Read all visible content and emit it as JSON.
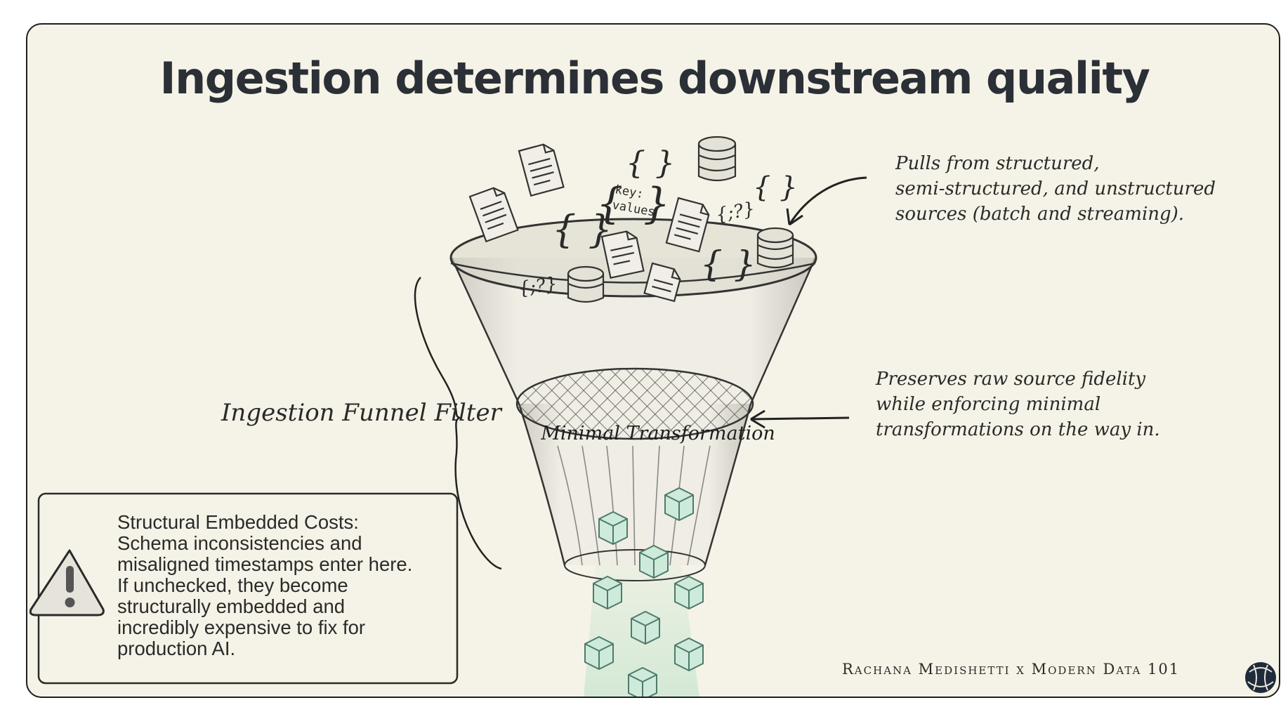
{
  "title": "Ingestion determines downstream quality",
  "annotations": {
    "sources": [
      "Pulls from structured,",
      "semi-structured, and unstructured",
      "sources (batch and streaming)."
    ],
    "fidelity": [
      "Preserves raw source fidelity",
      "while enforcing minimal",
      "transformations on the way in."
    ]
  },
  "funnel": {
    "label": "Ingestion Funnel Filter",
    "mesh_label": "Minimal Transformation",
    "source_icons": {
      "kv_line1": "key:",
      "kv_line2": "values",
      "jsonish": "{;?}"
    }
  },
  "warning": {
    "lines": [
      "Structural Embedded Costs:",
      "Schema inconsistencies and",
      "misaligned timestamps enter here.",
      "If unchecked, they become",
      "structurally embedded and",
      "incredibly expensive to fix for",
      "production AI."
    ]
  },
  "credit": "Rachana Medishetti x Modern Data 101",
  "colors": {
    "background": "#f5f3e7",
    "ink": "#2b2f36",
    "cube": "#cdeadb",
    "cube_stroke": "#4f7a6a",
    "stream": "#9fd8bb"
  },
  "icons": [
    "document-icon",
    "json-braces-icon",
    "database-icon",
    "warning-icon",
    "logo-icon"
  ]
}
